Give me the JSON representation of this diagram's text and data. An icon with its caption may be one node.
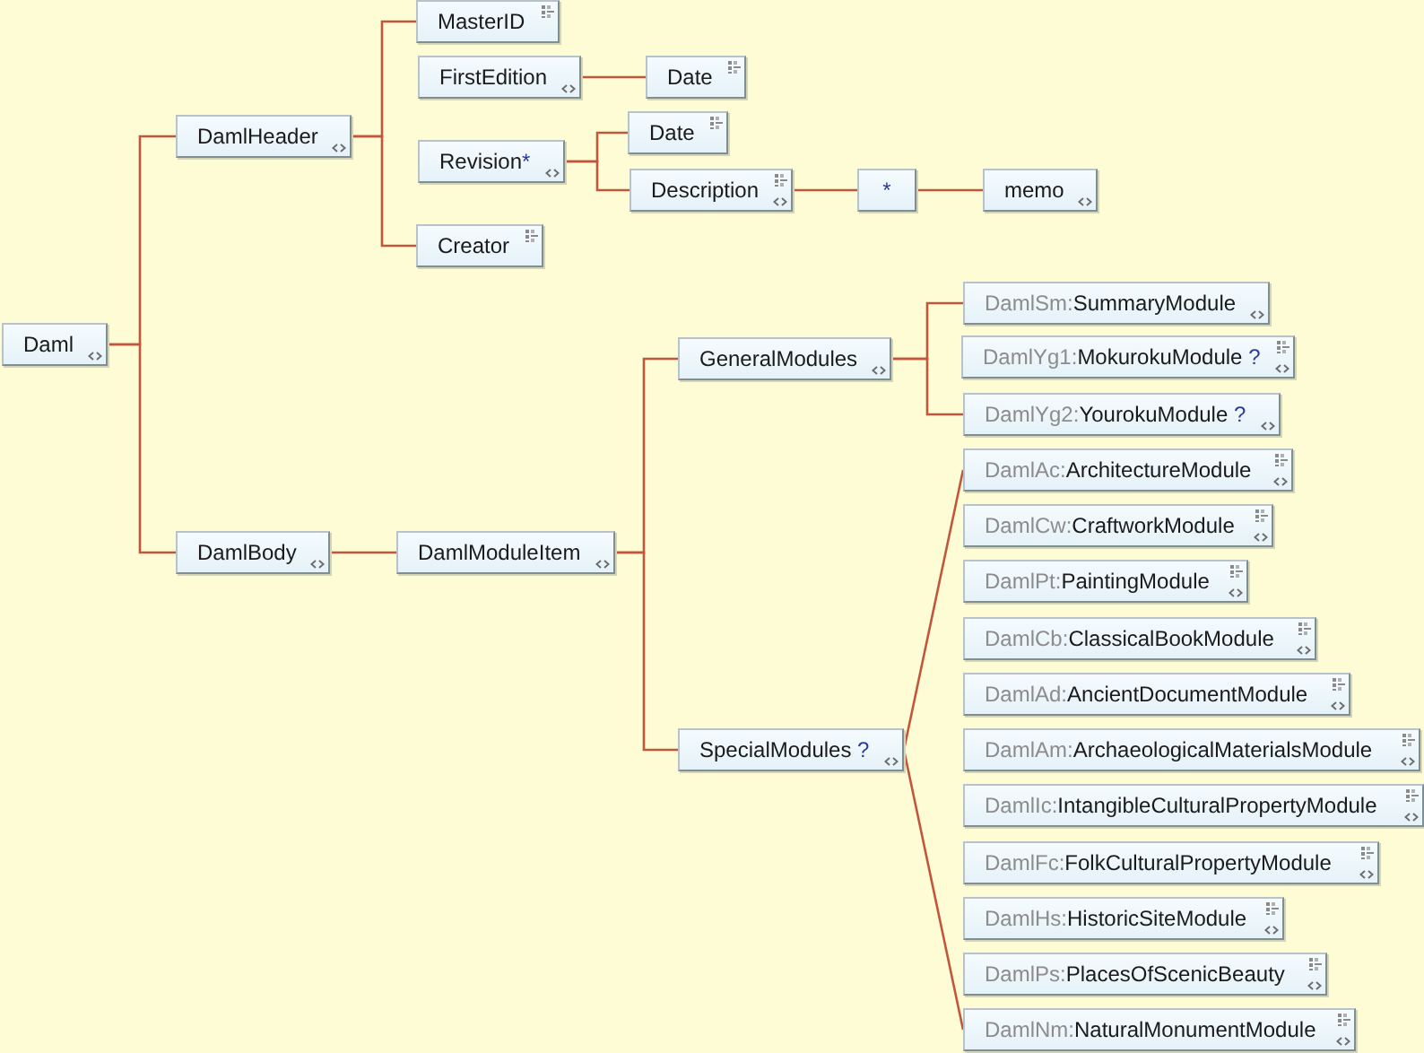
{
  "diagram": {
    "nodes": [
      {
        "text": [
          "Daml"
        ]
      },
      {
        "text": [
          "DamlHeader"
        ]
      },
      {
        "text": [
          "MasterID"
        ]
      },
      {
        "text": [
          "FirstEdition"
        ]
      },
      {
        "text": [
          "Date"
        ]
      },
      {
        "text": [
          "Revision*"
        ]
      },
      {
        "text": [
          "Date"
        ]
      },
      {
        "text": [
          "Description"
        ]
      },
      {
        "text": [
          "*"
        ]
      },
      {
        "text": [
          "memo"
        ]
      },
      {
        "text": [
          "Creator"
        ]
      },
      {
        "text": [
          "DamlBody"
        ]
      },
      {
        "text": [
          "DamlModuleItem"
        ]
      },
      {
        "text": [
          "GeneralModules"
        ]
      },
      {
        "text": [
          "DamlSm:SummaryModule"
        ]
      },
      {
        "text": [
          "DamlYg1:MokurokuModule ?"
        ]
      },
      {
        "text": [
          "DamlYg2:YourokuModule ?"
        ]
      },
      {
        "text": [
          "SpecialModules ?"
        ]
      },
      {
        "text": [
          "DamlAc:ArchitectureModule"
        ]
      },
      {
        "text": [
          "DamlCw:CraftworkModule"
        ]
      },
      {
        "text": [
          "DamlPt:PaintingModule"
        ]
      },
      {
        "text": [
          "DamlCb:ClassicalBookModule"
        ]
      },
      {
        "text": [
          "DamlAd:AncientDocumentModule"
        ]
      },
      {
        "text": [
          "DamlAm:ArchaeologicalMaterialsModule"
        ]
      },
      {
        "text": [
          "DamlIc:IntangibleCulturalPropertyModule"
        ]
      },
      {
        "text": [
          "DamlFc:FolkCulturalPropertyModule"
        ]
      },
      {
        "text": [
          "DamlHs:HistoricSiteModule"
        ]
      },
      {
        "text": [
          "DamlPs:PlacesOfScenicBeauty"
        ]
      },
      {
        "text": [
          "DamlNm:NaturalMonumentModule"
        ]
      }
    ],
    "edges": [
      {
        "from": 0,
        "to": 1,
        "arrow": "none"
      },
      {
        "from": 0,
        "to": 11,
        "arrow": "none"
      },
      {
        "from": 1,
        "to": 2,
        "arrow": "none"
      },
      {
        "from": 1,
        "to": 10,
        "arrow": "none"
      },
      {
        "from": 3,
        "to": 4,
        "arrow": "none"
      },
      {
        "from": 5,
        "to": 6,
        "arrow": "none"
      },
      {
        "from": 5,
        "to": 7,
        "arrow": "none"
      },
      {
        "from": 7,
        "to": 8,
        "arrow": "none"
      },
      {
        "from": 8,
        "to": 9,
        "arrow": "none"
      },
      {
        "from": 11,
        "to": 12,
        "arrow": "none"
      },
      {
        "from": 12,
        "to": 13,
        "arrow": "none"
      },
      {
        "from": 12,
        "to": 17,
        "arrow": "none"
      },
      {
        "from": 13,
        "to": 14,
        "arrow": "none"
      },
      {
        "from": 13,
        "to": 16,
        "arrow": "none"
      },
      {
        "from": 17,
        "to": 18,
        "arrow": "none"
      },
      {
        "from": 17,
        "to": 28,
        "arrow": "none"
      }
    ]
  }
}
